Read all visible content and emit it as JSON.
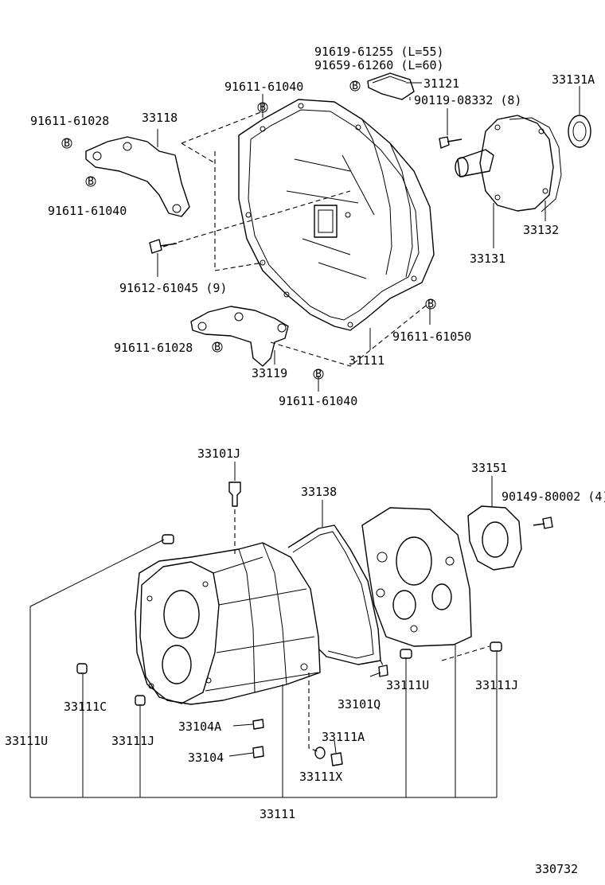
{
  "diagram_code": "330732",
  "labels": {
    "p91619_61255": "91619-61255 (L=55)",
    "p91659_61260": "91659-61260 (L=60)",
    "p31121": "31121",
    "p90119_08332": "90119-08332 (8)",
    "p33131A": "33131A",
    "p91611_61040_top": "91611-61040",
    "p91611_61028_top": "91611-61028",
    "p33118": "33118",
    "p91611_61040_left": "91611-61040",
    "p91612_61045": "91612-61045 (9)",
    "p33132": "33132",
    "p33131": "33131",
    "p91611_61050": "91611-61050",
    "p91611_61028_mid": "91611-61028",
    "p33119": "33119",
    "p31111": "31111",
    "p91611_61040_bot": "91611-61040",
    "p33101J": "33101J",
    "p33138": "33138",
    "p33151": "33151",
    "p90149_80002": "90149-80002 (4)",
    "p33111C": "33111C",
    "p33111U_left": "33111U",
    "p33111J_left": "33111J",
    "p33104A": "33104A",
    "p33104": "33104",
    "p33111A": "33111A",
    "p33111X": "33111X",
    "p33101Q": "33101Q",
    "p33111U_right": "33111U",
    "p33111J_right": "33111J",
    "p33111": "33111"
  },
  "bolt_marker": "B"
}
